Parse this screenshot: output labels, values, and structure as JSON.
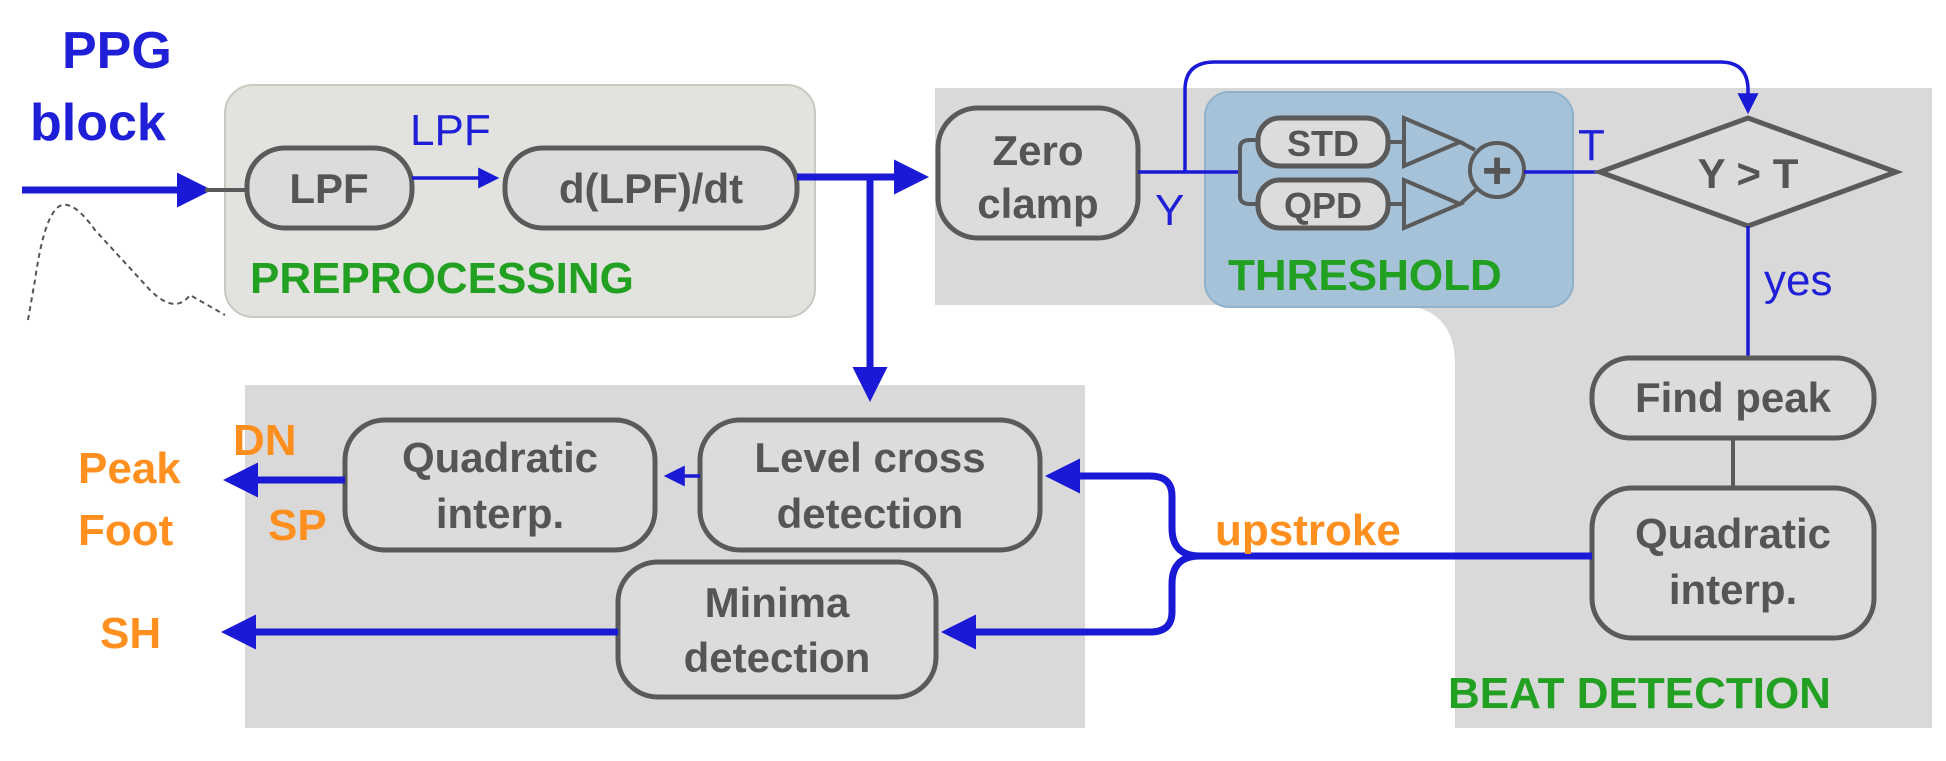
{
  "input": {
    "title_line1": "PPG",
    "title_line2": "block"
  },
  "sections": {
    "preprocessing": "PREPROCESSING",
    "threshold": "THRESHOLD",
    "beat_detection": "BEAT DETECTION"
  },
  "blocks": {
    "lpf": "LPF",
    "derivative": "d(LPF)/dt",
    "zero_clamp_line1": "Zero",
    "zero_clamp_line2": "clamp",
    "std": "STD",
    "qpd": "QPD",
    "plus": "+",
    "compare": "Y > T",
    "find_peak": "Find peak",
    "beat_quad_line1": "Quadratic",
    "beat_quad_line2": "interp.",
    "level_cross_line1": "Level cross",
    "level_cross_line2": "detection",
    "quad_interp_line1": "Quadratic",
    "quad_interp_line2": "interp.",
    "minima_line1": "Minima",
    "minima_line2": "detection"
  },
  "signals": {
    "lpf_out": "LPF",
    "y": "Y",
    "t": "T",
    "yes": "yes",
    "upstroke": "upstroke"
  },
  "outputs": {
    "dn": "DN",
    "sp": "SP",
    "peak": "Peak",
    "foot": "Foot",
    "sh": "SH"
  },
  "colors": {
    "signal_blue": "#1a1ad6",
    "section_green": "#22a022",
    "output_orange": "#ff9020",
    "block_gray": "#5a5a5a"
  }
}
